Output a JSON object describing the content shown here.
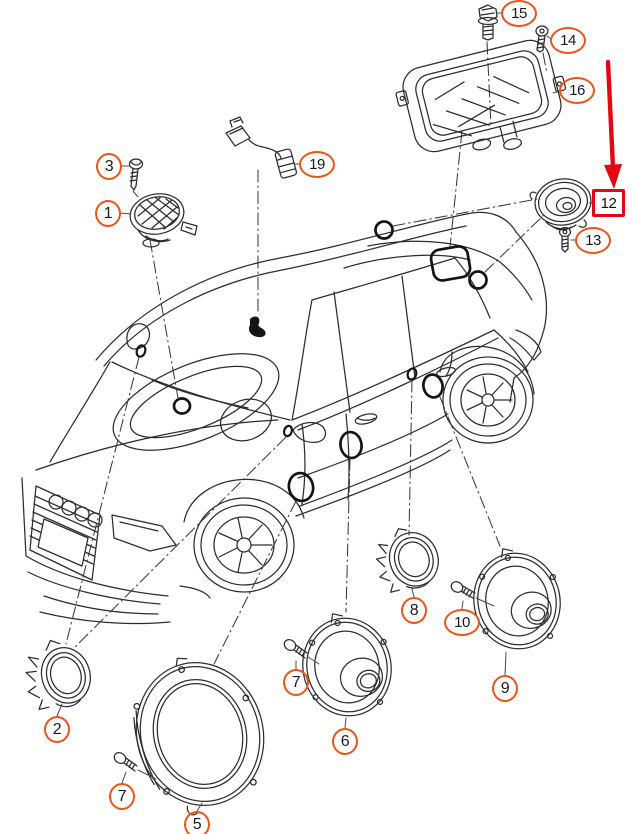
{
  "diagram": {
    "kind": "exploded-parts-diagram",
    "colors": {
      "callout_outline": "#e8541a",
      "highlight_red": "#e30613",
      "line_art": "#2d2d2d",
      "background": "#ffffff"
    },
    "highlighted_part": "12"
  },
  "callouts": [
    {
      "number": "15"
    },
    {
      "number": "14"
    },
    {
      "number": "16"
    },
    {
      "number": "12",
      "highlighted": true
    },
    {
      "number": "13"
    },
    {
      "number": "19"
    },
    {
      "number": "3"
    },
    {
      "number": "1"
    },
    {
      "number": "2"
    },
    {
      "number": "7"
    },
    {
      "number": "5"
    },
    {
      "number": "7"
    },
    {
      "number": "6"
    },
    {
      "number": "8"
    },
    {
      "number": "10"
    },
    {
      "number": "9"
    }
  ],
  "icons": {
    "car": "sedan-line-drawing",
    "part1": "dash-center-speaker",
    "part2": "mirror-tweeter-speaker",
    "part5": "front-door-woofer-ring",
    "part6": "front-door-speaker",
    "part8": "rear-door-tweeter",
    "part9": "rear-door-speaker",
    "part12": "rear-shelf-speaker",
    "part16": "subwoofer-enclosure",
    "part19": "microphone-cable",
    "screws": "mounting-screws",
    "arrow": "red-highlight-arrow"
  }
}
